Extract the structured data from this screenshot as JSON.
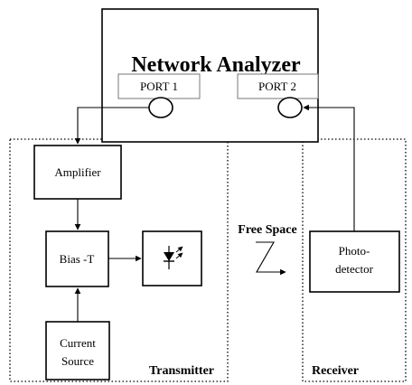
{
  "analyzer": {
    "title": "Network Analyzer",
    "port1": "PORT 1",
    "port2": "PORT 2"
  },
  "blocks": {
    "amplifier": "Amplifier",
    "bias_t": "Bias -T",
    "current_source_line1": "Current",
    "current_source_line2": "Source",
    "photodetector_line1": "Photo-",
    "photodetector_line2": "detector"
  },
  "regions": {
    "transmitter": "Transmitter",
    "receiver": "Receiver"
  },
  "channel": {
    "label": "Free Space"
  }
}
